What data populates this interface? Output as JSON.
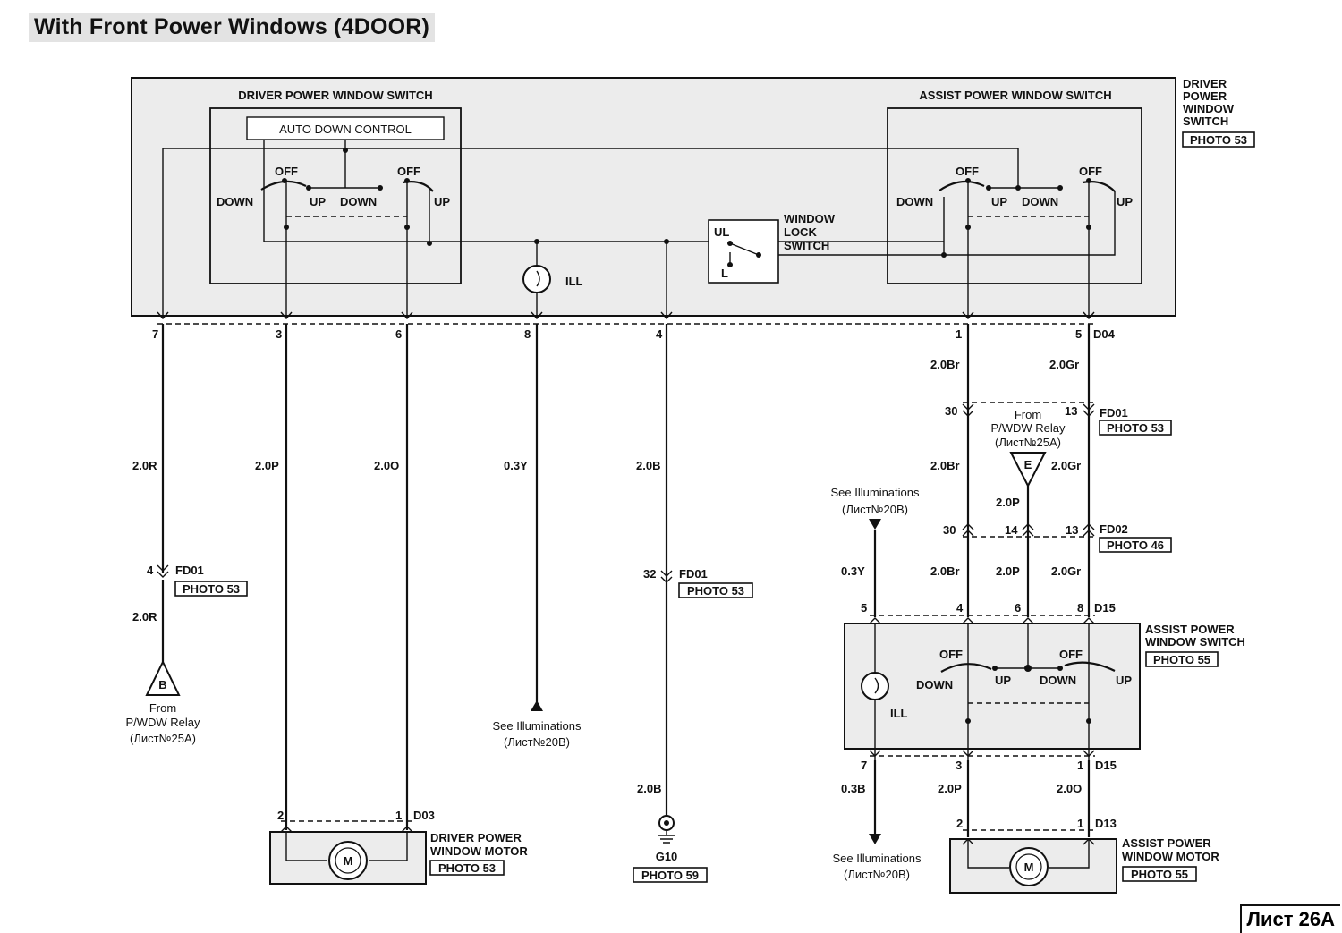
{
  "title": "With Front Power Windows (4DOOR)",
  "sheet": "Лист 26A",
  "driver_switch_assembly": {
    "name_lines": [
      "DRIVER",
      "POWER",
      "WINDOW",
      "SWITCH"
    ],
    "photo": "PHOTO 53",
    "driver_switch": "DRIVER POWER WINDOW SWITCH",
    "auto_down": "AUTO DOWN CONTROL",
    "assist_switch": "ASSIST POWER WINDOW SWITCH",
    "lock_switch_lines": [
      "WINDOW",
      "LOCK",
      "SWITCH"
    ],
    "lock_ul": "UL",
    "lock_l": "L",
    "ill": "ILL",
    "off": "OFF",
    "down": "DOWN",
    "up": "UP",
    "connector": "D04",
    "pins": [
      "7",
      "3",
      "6",
      "8",
      "4",
      "1",
      "5"
    ]
  },
  "wires": {
    "w_7": "2.0R",
    "w_3": "2.0P",
    "w_6": "2.0O",
    "w_8": "0.3Y",
    "w_4": "2.0B",
    "w_1_top": "2.0Br",
    "w_5_top": "2.0Gr",
    "w_1_mid": "2.0Br",
    "w_5_mid": "2.0Gr",
    "w_1_low": "2.0Br",
    "w_14": "2.0P",
    "w_5_low": "2.0Gr",
    "w_fd01_b": "2.0R",
    "w_ill_right": "0.3Y",
    "w_g10": "2.0B",
    "w_d15_7": "0.3B",
    "w_d15_3": "2.0P",
    "w_d15_1": "2.0O"
  },
  "connectors": {
    "fd01_left": {
      "name": "FD01",
      "photo": "PHOTO 53",
      "pin": "4"
    },
    "fd01_mid": {
      "name": "FD01",
      "photo": "PHOTO 53",
      "pin": "32"
    },
    "fd01_right": {
      "name": "FD01",
      "photo": "PHOTO 53",
      "pin_a": "30",
      "pin_b": "13"
    },
    "fd02": {
      "name": "FD02",
      "photo": "PHOTO 46",
      "pin_a": "30",
      "pin_b": "14",
      "pin_c": "13"
    },
    "d15_top": {
      "name": "D15",
      "pins": [
        "5",
        "4",
        "6",
        "8"
      ]
    },
    "d15_bot": {
      "name": "D15",
      "pins": [
        "7",
        "3",
        "1"
      ]
    },
    "d03": {
      "name": "D03",
      "pins": [
        "2",
        "1"
      ]
    },
    "d13": {
      "name": "D13",
      "pins": [
        "2",
        "1"
      ]
    }
  },
  "relay_b": {
    "letter": "B",
    "lines": [
      "From",
      "P/WDW Relay",
      "(Лист№25A)"
    ]
  },
  "relay_e": {
    "letter": "E",
    "lines": [
      "From",
      "P/WDW Relay",
      "(Лист№25A)"
    ]
  },
  "illum_mid": {
    "lines": [
      "See Illuminations",
      "(Лист№20B)"
    ]
  },
  "illum_right_top": {
    "lines": [
      "See Illuminations",
      "(Лист№20B)"
    ]
  },
  "illum_right_bot": {
    "lines": [
      "See Illuminations",
      "(Лист№20B)"
    ]
  },
  "ground": {
    "name": "G10",
    "photo": "PHOTO 59"
  },
  "driver_motor": {
    "lines": [
      "DRIVER POWER",
      "WINDOW MOTOR"
    ],
    "photo": "PHOTO 53",
    "symbol": "M"
  },
  "assist_motor": {
    "lines": [
      "ASSIST POWER",
      "WINDOW MOTOR"
    ],
    "photo": "PHOTO 55",
    "symbol": "M"
  },
  "assist_switch_door": {
    "lines": [
      "ASSIST POWER",
      "WINDOW SWITCH"
    ],
    "photo": "PHOTO 55",
    "ill": "ILL",
    "off": "OFF",
    "down": "DOWN",
    "up": "UP"
  }
}
